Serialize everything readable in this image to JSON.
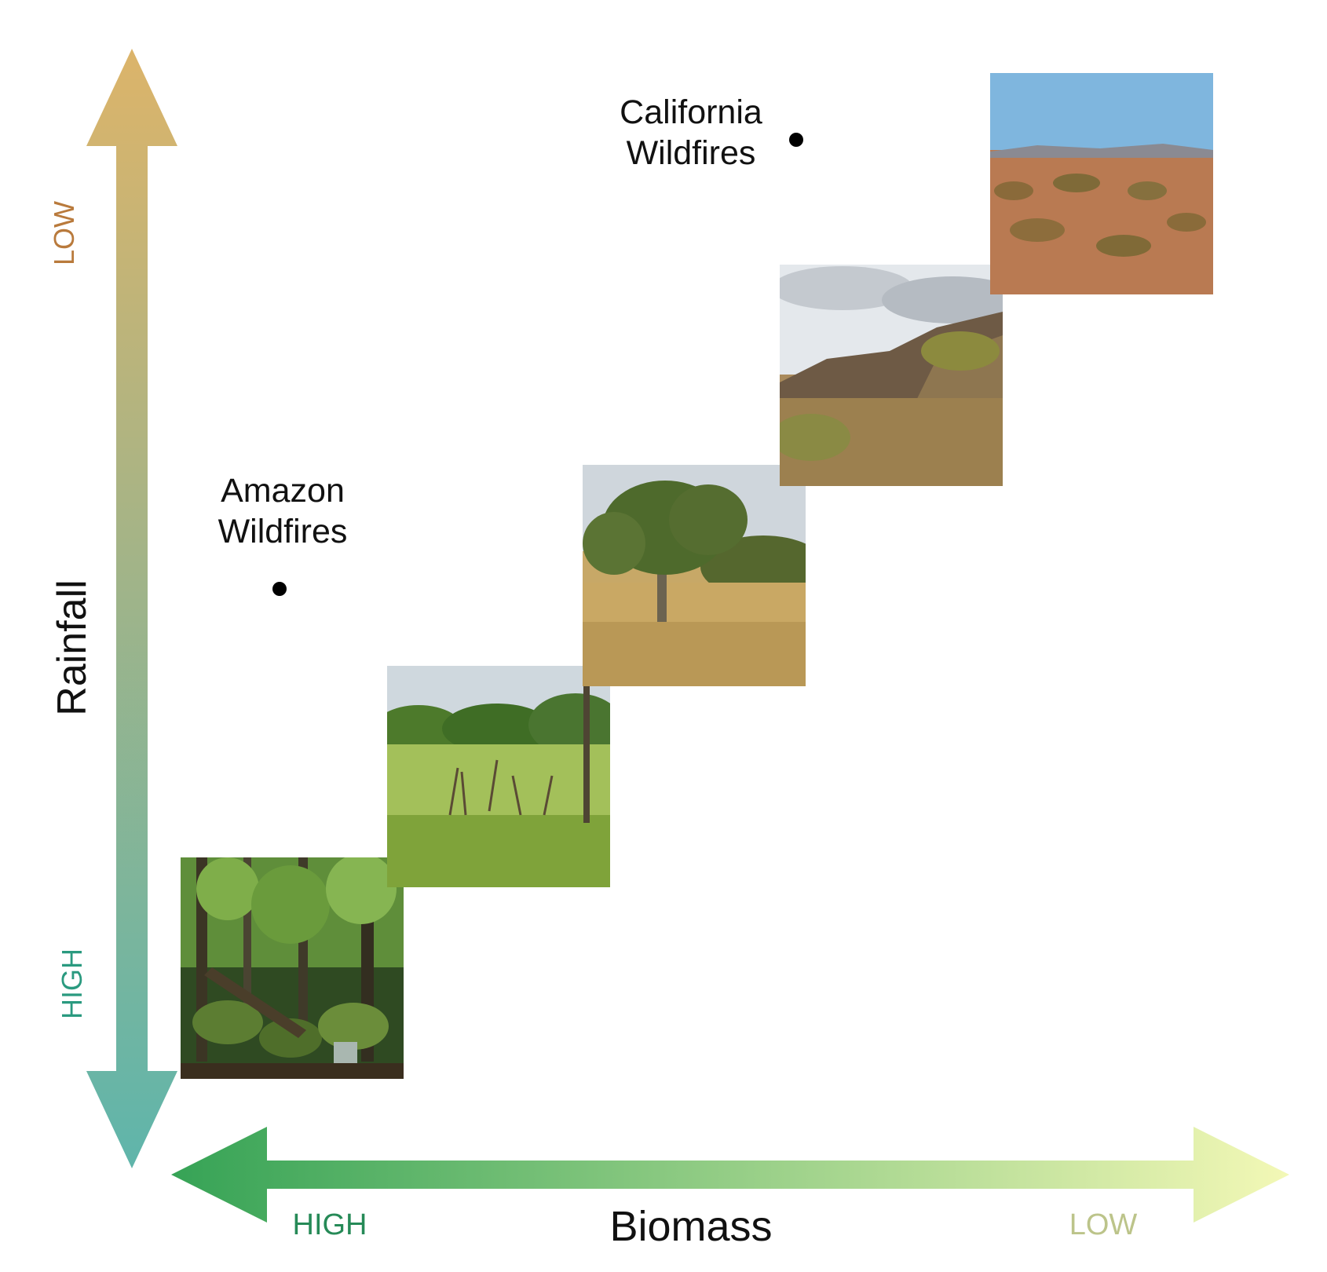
{
  "axes": {
    "y": {
      "title": "Rainfall",
      "low_label": "LOW",
      "high_label": "HIGH"
    },
    "x": {
      "title": "Biomass",
      "high_label": "HIGH",
      "low_label": "LOW"
    }
  },
  "annotations": {
    "amazon": "Amazon\nWildfires",
    "california": "California\nWildfires"
  },
  "ecosystems": [
    {
      "id": "rainforest",
      "icon": "rainforest-photo"
    },
    {
      "id": "wet-savanna",
      "icon": "grassland-photo"
    },
    {
      "id": "dry-savanna",
      "icon": "savanna-tree-photo"
    },
    {
      "id": "shrubland",
      "icon": "rocky-hillside-photo"
    },
    {
      "id": "desert",
      "icon": "desert-photo"
    }
  ],
  "colors": {
    "rain_low": "#dcb46a",
    "rain_high": "#5fb5ab",
    "biomass_high": "#3aa659",
    "biomass_low": "#f3f8b6",
    "low_text_y": "#b97a3c",
    "high_text": "#2a9a7f",
    "biomass_high_text": "#268a57",
    "biomass_low_text": "#bcc48a"
  }
}
